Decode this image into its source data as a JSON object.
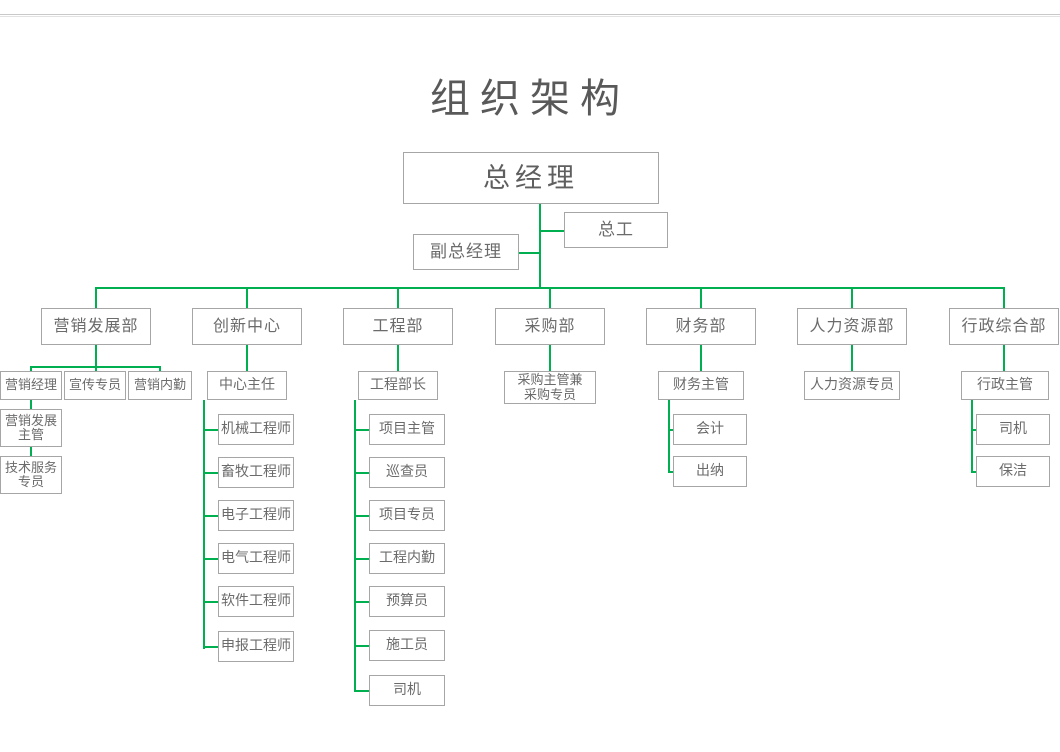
{
  "page": {
    "title": "组织架构",
    "accent_color": "#00b050",
    "box_border_color": "#a6a6a6",
    "text_color": "#6b6b6b",
    "background": "#ffffff"
  },
  "chart_data": {
    "type": "diagram",
    "diagram_kind": "organization-chart",
    "title": "组织架构",
    "nodes": {
      "gm": "总经理",
      "chief_engineer": "总工",
      "deputy_gm": "副总经理",
      "dept_marketing": "营销发展部",
      "dept_innovation": "创新中心",
      "dept_engineering": "工程部",
      "dept_purchasing": "采购部",
      "dept_finance": "财务部",
      "dept_hr": "人力资源部",
      "dept_admin": "行政综合部",
      "mk_manager": "营销经理",
      "mk_promo": "宣传专员",
      "mk_inside": "营销内勤",
      "mk_dev_super_l1": "营销发展",
      "mk_dev_super_l2": "主管",
      "mk_tech_l1": "技术服务",
      "mk_tech_l2": "专员",
      "inno_director": "中心主任",
      "inno_mech": "机械工程师",
      "inno_animal": "畜牧工程师",
      "inno_electronic": "电子工程师",
      "inno_electric": "电气工程师",
      "inno_software": "软件工程师",
      "inno_declare": "申报工程师",
      "eng_head": "工程部长",
      "eng_proj_super": "项目主管",
      "eng_inspector": "巡查员",
      "eng_proj_spec": "项目专员",
      "eng_inside": "工程内勤",
      "eng_budget": "预算员",
      "eng_builder": "施工员",
      "eng_driver": "司机",
      "pur_super_l1": "采购主管兼",
      "pur_super_l2": "采购专员",
      "fin_super": "财务主管",
      "fin_accountant": "会计",
      "fin_cashier": "出纳",
      "hr_specialist": "人力资源专员",
      "adm_super": "行政主管",
      "adm_driver": "司机",
      "adm_cleaner": "保洁"
    },
    "hierarchy": [
      {
        "label": "总经理",
        "children": [
          {
            "label": "总工",
            "children": []
          },
          {
            "label": "副总经理",
            "children": []
          },
          {
            "label": "营销发展部",
            "children": [
              {
                "label": "营销经理",
                "children": [
                  {
                    "label": "营销发展主管",
                    "children": []
                  },
                  {
                    "label": "技术服务专员",
                    "children": []
                  }
                ]
              },
              {
                "label": "宣传专员",
                "children": []
              },
              {
                "label": "营销内勤",
                "children": []
              }
            ]
          },
          {
            "label": "创新中心",
            "children": [
              {
                "label": "中心主任",
                "children": [
                  {
                    "label": "机械工程师",
                    "children": []
                  },
                  {
                    "label": "畜牧工程师",
                    "children": []
                  },
                  {
                    "label": "电子工程师",
                    "children": []
                  },
                  {
                    "label": "电气工程师",
                    "children": []
                  },
                  {
                    "label": "软件工程师",
                    "children": []
                  },
                  {
                    "label": "申报工程师",
                    "children": []
                  }
                ]
              }
            ]
          },
          {
            "label": "工程部",
            "children": [
              {
                "label": "工程部长",
                "children": [
                  {
                    "label": "项目主管",
                    "children": []
                  },
                  {
                    "label": "巡查员",
                    "children": []
                  },
                  {
                    "label": "项目专员",
                    "children": []
                  },
                  {
                    "label": "工程内勤",
                    "children": []
                  },
                  {
                    "label": "预算员",
                    "children": []
                  },
                  {
                    "label": "施工员",
                    "children": []
                  },
                  {
                    "label": "司机",
                    "children": []
                  }
                ]
              }
            ]
          },
          {
            "label": "采购部",
            "children": [
              {
                "label": "采购主管兼采购专员",
                "children": []
              }
            ]
          },
          {
            "label": "财务部",
            "children": [
              {
                "label": "财务主管",
                "children": [
                  {
                    "label": "会计",
                    "children": []
                  },
                  {
                    "label": "出纳",
                    "children": []
                  }
                ]
              }
            ]
          },
          {
            "label": "人力资源部",
            "children": [
              {
                "label": "人力资源专员",
                "children": []
              }
            ]
          },
          {
            "label": "行政综合部",
            "children": [
              {
                "label": "行政主管",
                "children": [
                  {
                    "label": "司机",
                    "children": []
                  },
                  {
                    "label": "保洁",
                    "children": []
                  }
                ]
              }
            ]
          }
        ]
      }
    ]
  }
}
